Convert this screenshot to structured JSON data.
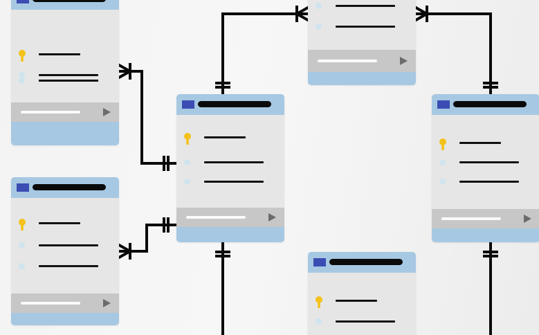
{
  "colors": {
    "header_fill": "#a7c8e2",
    "header_square": "#3b4db3",
    "title_bar": "#0a0a0a",
    "body_fill": "#e6e6e6",
    "footer_fill": "#c7c7c7",
    "key_icon": "#f3c21b",
    "field_dot": "#cfe4ef",
    "connector": "#0a0a0a"
  },
  "icons": {
    "primary_key": "key-icon",
    "field": "field-dot-icon",
    "scroll": "play-arrow-icon"
  },
  "tables": [
    {
      "id": "table-top-left",
      "rows": [
        "key",
        "field",
        "field"
      ]
    },
    {
      "id": "table-mid-left",
      "rows": [
        "key",
        "field",
        "field"
      ]
    },
    {
      "id": "table-center",
      "rows": [
        "key",
        "field",
        "field"
      ]
    },
    {
      "id": "table-top-center",
      "rows": [
        "field",
        "field"
      ]
    },
    {
      "id": "table-right",
      "rows": [
        "key",
        "field",
        "field"
      ]
    },
    {
      "id": "table-bottom-center",
      "rows": [
        "key",
        "field"
      ]
    }
  ],
  "relationships": [
    {
      "from": "table-top-left",
      "to": "table-center",
      "notation": "one-to-many"
    },
    {
      "from": "table-mid-left",
      "to": "table-center",
      "notation": "one-to-many"
    },
    {
      "from": "table-center",
      "to": "table-top-center",
      "notation": "one-to-many"
    },
    {
      "from": "table-top-center",
      "to": "table-right",
      "notation": "one-to-many"
    },
    {
      "from": "table-center",
      "to": "table-below-center",
      "notation": "one-to-one"
    },
    {
      "from": "table-right",
      "to": "table-below-right",
      "notation": "one-to-one"
    }
  ]
}
